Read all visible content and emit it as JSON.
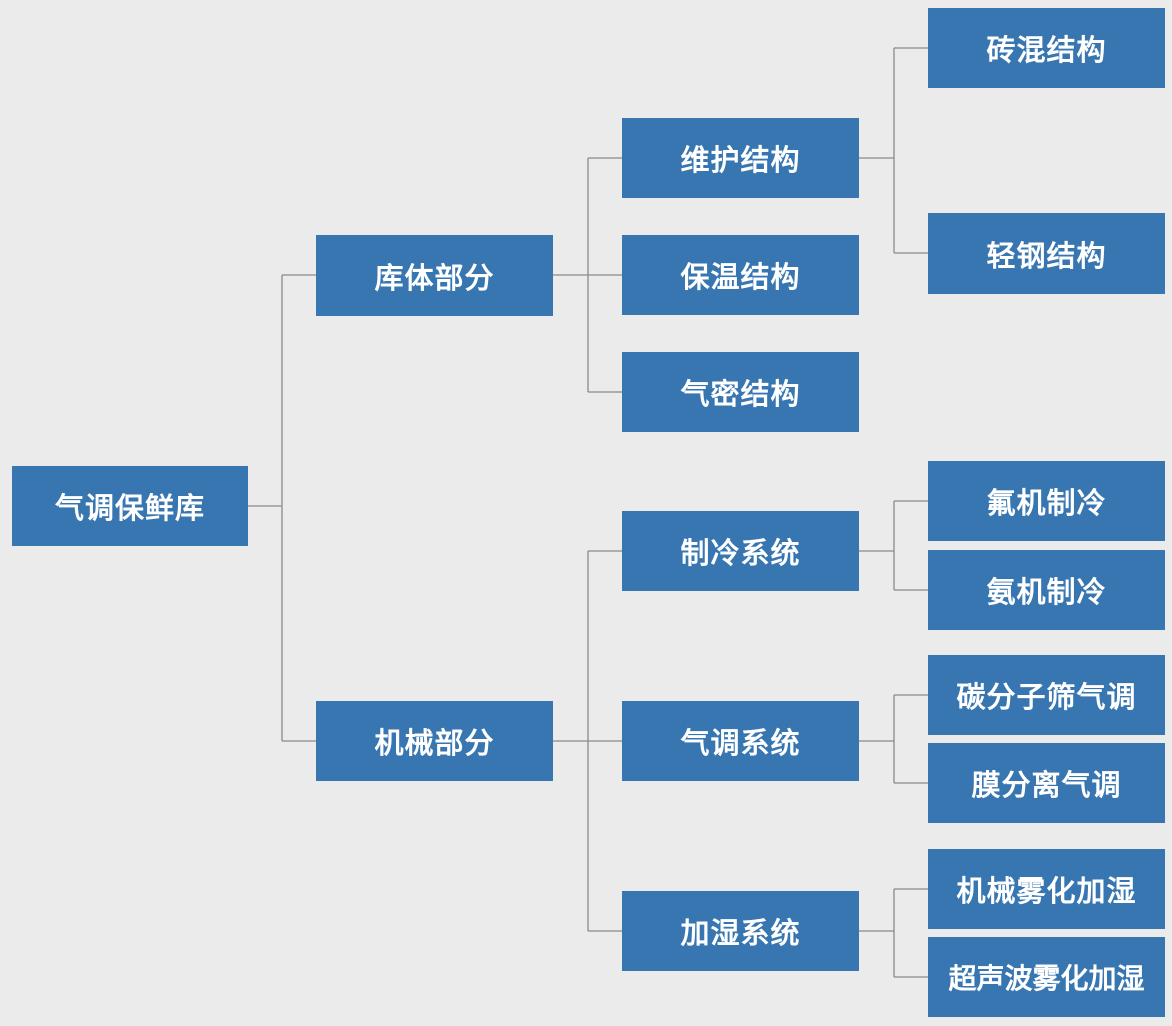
{
  "tree": {
    "root": "气调保鲜库",
    "branches": [
      {
        "label": "库体部分",
        "children": [
          {
            "label": "维护结构",
            "children": [
              "砖混结构",
              "轻钢结构"
            ]
          },
          {
            "label": "保温结构",
            "children": []
          },
          {
            "label": "气密结构",
            "children": []
          }
        ]
      },
      {
        "label": "机械部分",
        "children": [
          {
            "label": "制冷系统",
            "children": [
              "氟机制冷",
              "氨机制冷"
            ]
          },
          {
            "label": "气调系统",
            "children": [
              "碳分子筛气调",
              "膜分离气调"
            ]
          },
          {
            "label": "加湿系统",
            "children": [
              "机械雾化加湿",
              "超声波雾化加湿"
            ]
          }
        ]
      }
    ]
  },
  "colors": {
    "node_fill": "#3776b1",
    "node_text": "#ffffff",
    "line": "#8a8a8a",
    "background": "#ebebeb"
  }
}
